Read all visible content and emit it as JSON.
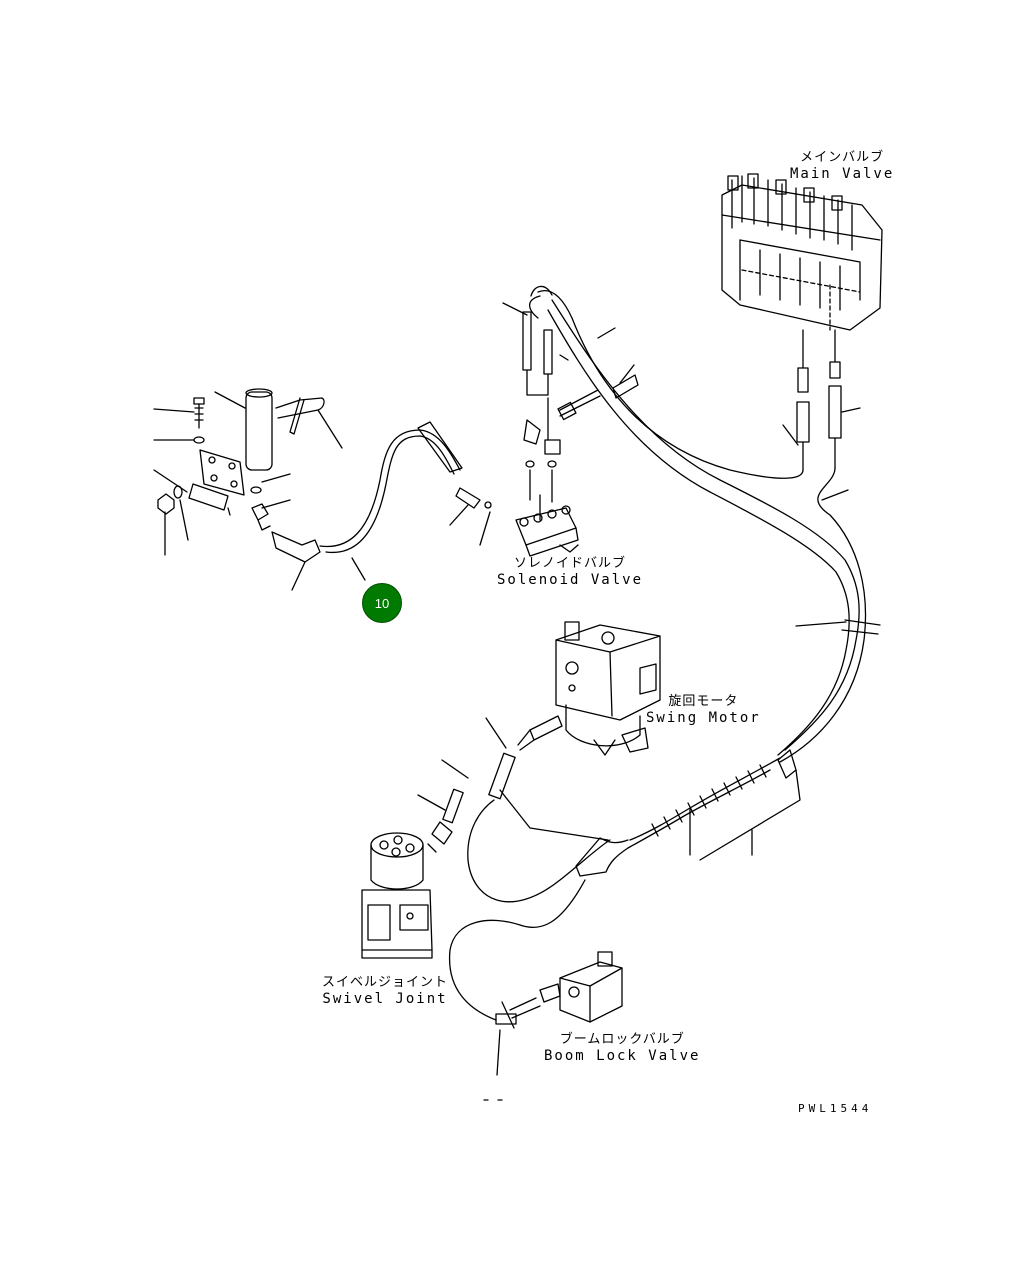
{
  "labels": {
    "main_valve": {
      "jp": "メインバルブ",
      "en": "Main Valve"
    },
    "solenoid_valve": {
      "jp": "ソレノイドバルブ",
      "en": "Solenoid Valve"
    },
    "swing_motor": {
      "jp": "旋回モータ",
      "en": "Swing Motor"
    },
    "swivel_joint": {
      "jp": "スイベルジョイント",
      "en": "Swivel Joint"
    },
    "boom_lock_valve": {
      "jp": "ブームロックバルブ",
      "en": "Boom Lock Valve"
    }
  },
  "callout": {
    "number": "10",
    "color": "#007a00"
  },
  "drawing_code": "PWL1544"
}
